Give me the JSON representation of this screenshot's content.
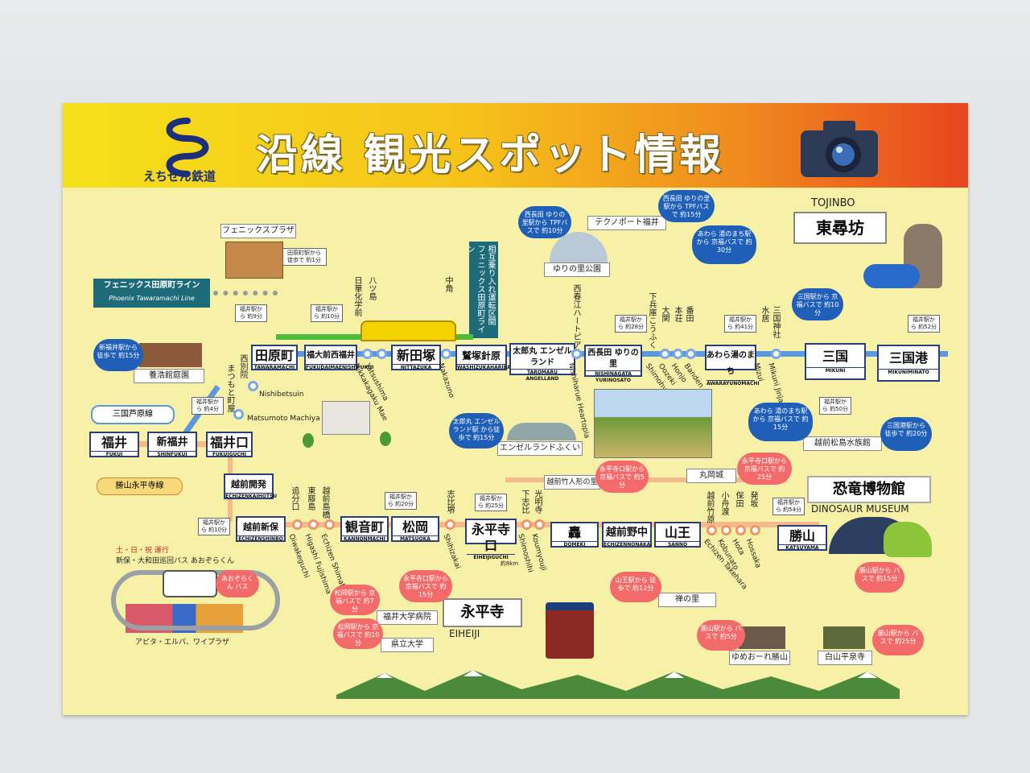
{
  "header": {
    "title": "沿線 観光スポット情報",
    "brand": "えちぜん鉄道",
    "camera_icon": "camera-icon",
    "brand_icon": "echizen-logo-icon"
  },
  "colors": {
    "header_start": "#f5e11a",
    "header_end": "#e8451e",
    "background": "#f6f1a6",
    "line_mikuni": "#5a98e0",
    "line_katsuyama": "#f6b98a",
    "line_phoenix": "#4bbd3a"
  },
  "lines": {
    "phoenix_jp": "フェニックス田原町ライン",
    "phoenix_en": "Phoenix Tawaramachi Line",
    "mikuni": "三国芦原線",
    "katsuyama": "勝山永平寺線",
    "transfer": "相互乗り入れ運転区間 フェニックス田原町ライン"
  },
  "stations_mikuni": [
    {
      "jp": "田原町",
      "en": "TAWARAMACHI"
    },
    {
      "jp": "福大前西福井",
      "en": "FUKUDAIMAENISHIFUKUI"
    },
    {
      "jp": "新田塚",
      "en": "NITTAZUKA"
    },
    {
      "jp": "鷲塚針原",
      "en": "WASHIZUKAHARIBARA"
    },
    {
      "jp": "太郎丸 エンゼルランド",
      "en": "TAROMARU ANGELLAND"
    },
    {
      "jp": "西長田 ゆりの里",
      "en": "NISHINAGATA YURINOSATO"
    },
    {
      "jp": "あわら湯のまち",
      "en": "AWARAYUNOMACHI"
    },
    {
      "jp": "三国",
      "en": "MIKUNI"
    },
    {
      "jp": "三国港",
      "en": "MIKUNIMINATO"
    }
  ],
  "stations_katsuyama": [
    {
      "jp": "福井",
      "en": "FUKUI"
    },
    {
      "jp": "新福井",
      "en": "SHINFUKUI"
    },
    {
      "jp": "福井口",
      "en": "FUKUIGUCHI"
    },
    {
      "jp": "越前開発",
      "en": "ECHIZENKAIHOTSU"
    },
    {
      "jp": "越前新保",
      "en": "ECHIZENSHINBO"
    },
    {
      "jp": "観音町",
      "en": "KANNONMACHI"
    },
    {
      "jp": "松岡",
      "en": "MATSUOKA"
    },
    {
      "jp": "永平寺口",
      "en": "EIHEIJIGUCHI"
    },
    {
      "jp": "轟",
      "en": "DOMEKI"
    },
    {
      "jp": "越前野中",
      "en": "ECHIZENNONAKA"
    },
    {
      "jp": "山王",
      "en": "SANNO"
    },
    {
      "jp": "勝山",
      "en": "KATSUYAMA"
    }
  ],
  "small_stations": {
    "nishibetsuin": "Nishibetsuin",
    "matsumoto": "Matsumoto Machiya",
    "nishibetsuin_jp": "西別院",
    "matsumoto_jp": "まつもと町屋",
    "nikkakagaku_jp": "日華化学前",
    "yatsushima_jp": "八ツ島",
    "nakazuno_jp": "中角",
    "nishiharue_jp": "西春江ハートピア",
    "shimohyogo_jp": "下兵庫こうふく",
    "oozeki_jp": "大関",
    "honjo_jp": "本荘",
    "banden_jp": "番田",
    "mizui_jp": "水居",
    "mikunijinja_jp": "三国神社",
    "yatsushima": "Yatsushima",
    "nikkakagaku": "Nikkakagaku Mae",
    "nakazuno": "Nakazuno",
    "nishiharue": "Nishiharue Heartopia",
    "shimohyogo": "Shimohyogo Kofuku",
    "oozeki": "Oozeki",
    "honjo": "Honjo",
    "banden": "Banden",
    "mizui": "Mizui",
    "mikunijinja": "Mikuni Jinja",
    "oiwake_jp": "追分口",
    "higashifujishima_jp": "東藤島",
    "shimabashi_jp": "越前島橋",
    "shihi_jp": "志比堺",
    "shimoshihi_jp": "下志比",
    "koumyouji_jp": "光明寺",
    "echizentakehara_jp": "越前竹原",
    "kobunato_jp": "小舟渡",
    "hota_jp": "保田",
    "hossaka_jp": "発坂",
    "oiwake": "Oiwakeguchi",
    "higashifujishima": "Higashi Fujishima",
    "shimabashi": "Echizen Shimabashi",
    "shihi": "Shihizakai",
    "shimoshihi": "Shimoshihi",
    "koumyouji": "Koumyouji",
    "echizentakehara": "Echizen Takehara",
    "kobunato": "Kobunato",
    "hota": "Hota",
    "hossaka": "Hossaka"
  },
  "spots": {
    "phoenix_plaza": "フェニックスプラザ",
    "yokokan": "養浩館庭園",
    "techno": "テクノポート福井",
    "yurinosato": "ゆりの里公園",
    "angelland": "エンゼルランドふくい",
    "tojinbo_en": "TOJINBO",
    "tojinbo_jp": "東尋坊",
    "matsushima": "越前松島水族館",
    "maruoka": "丸岡城",
    "takeningyo": "越前竹人形の里",
    "dinosaur_jp": "恐竜博物館",
    "dinosaur_en": "DINOSAUR MUSEUM",
    "eiheiji_jp": "永平寺",
    "eiheiji_en": "EIHEIJI",
    "zennosato": "禅の里",
    "hospital": "福井大学病院",
    "prefuniv": "県立大学",
    "yumeoru": "ゆめおーれ勝山",
    "heisenji": "白山平泉寺",
    "apita": "アピタ・エルパ、ワイプラザ"
  },
  "walk_tags": {
    "fukui9": "福井駅から 約9分",
    "fukui10": "福井駅から 約10分",
    "fukui4": "福井駅から 約4分",
    "fukui10b": "福井駅から 約10分",
    "fukui20": "福井駅から 約20分",
    "fukui25": "福井駅から 約25分",
    "fukui28": "福井駅から 約28分",
    "fukui41": "福井駅から 約41分",
    "fukui52": "福井駅から 約52分",
    "fukui50": "福井駅から 約50分",
    "fukui54": "福井駅から 約54分",
    "plaza_walk": "田原町駅から 徒歩で 約1分",
    "eiheiji_km": "約8km"
  },
  "clouds_blue": {
    "yokokan": "新福井駅から 徒歩で 約15分",
    "yurinosato_tpf": "西長田 ゆりの里駅から TPFバスで 約10分",
    "techno_tpf": "西長田 ゆりの里駅から TPFバスで 約15分",
    "tojinbo_bus": "あわら 湯のまち駅から 京福バスで 約30分",
    "mikuni_bus": "三国駅から 京福バスで 約10分",
    "angelland": "太郎丸 エンゼルランド駅 から徒歩で 約15分",
    "awara_matsushima": "あわら 湯のまち駅から 京福バスで 約15分",
    "mikunimin_matsushima": "三国港駅から 徒歩で 約20分"
  },
  "clouds_pink": {
    "takeningyo": "永平寺口駅から 京福バスで 約5分",
    "maruoka": "永平寺口駅から 京福バスで 約25分",
    "eiheiji": "永平寺口駅から 京福バスで 約15分",
    "zennosato": "山王駅から 徒歩で 約12分",
    "hospital": "松岡駅から 京福バスで 約7分",
    "prefuniv": "松岡駅から 京福バスで 約10分",
    "aozora": "あおぞらくん バス",
    "katsuyama_yume": "勝山駅から バスで 約5分",
    "katsuyama_dino": "勝山駅から バスで 約15分",
    "katsuyama_heisenji": "勝山駅から バスで 約25分"
  },
  "notes": {
    "aozora_service": "土・日・祝 運行",
    "aozora_route": "新保・大和田巡回バス あおぞらくん"
  }
}
